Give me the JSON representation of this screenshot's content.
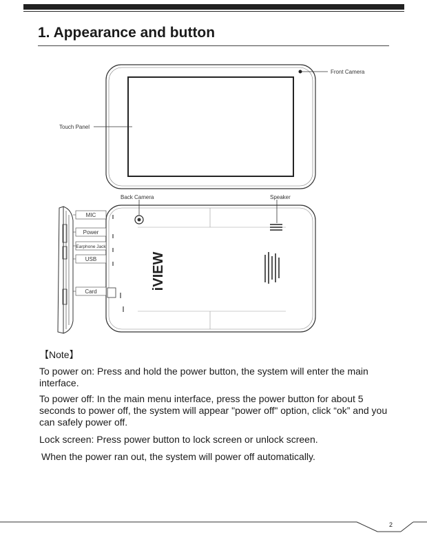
{
  "section": {
    "title": "1. Appearance and button"
  },
  "figure": {
    "labels": {
      "front_camera": "Front Camera",
      "touch_panel": "Touch Panel",
      "back_camera": "Back Camera",
      "speaker": "Speaker",
      "mic": "MIC",
      "power": "Power",
      "earphone_jack": "Earphone Jack",
      "usb": "USB",
      "card": "Card"
    },
    "brand_logo": "iVIEW"
  },
  "note": {
    "heading": "【Note】",
    "paragraphs": [
      "To power on: Press and hold the power button, the system will enter the main interface.",
      "To power off: In the main menu interface, press the power button for about 5 seconds to power off, the system will appear \"power off\" option, click “ok” and you can safely power off.",
      "Lock screen: Press power button to lock screen or unlock screen.",
      "When the power ran out, the system will power off automatically."
    ]
  },
  "footer": {
    "page_number": "2"
  }
}
